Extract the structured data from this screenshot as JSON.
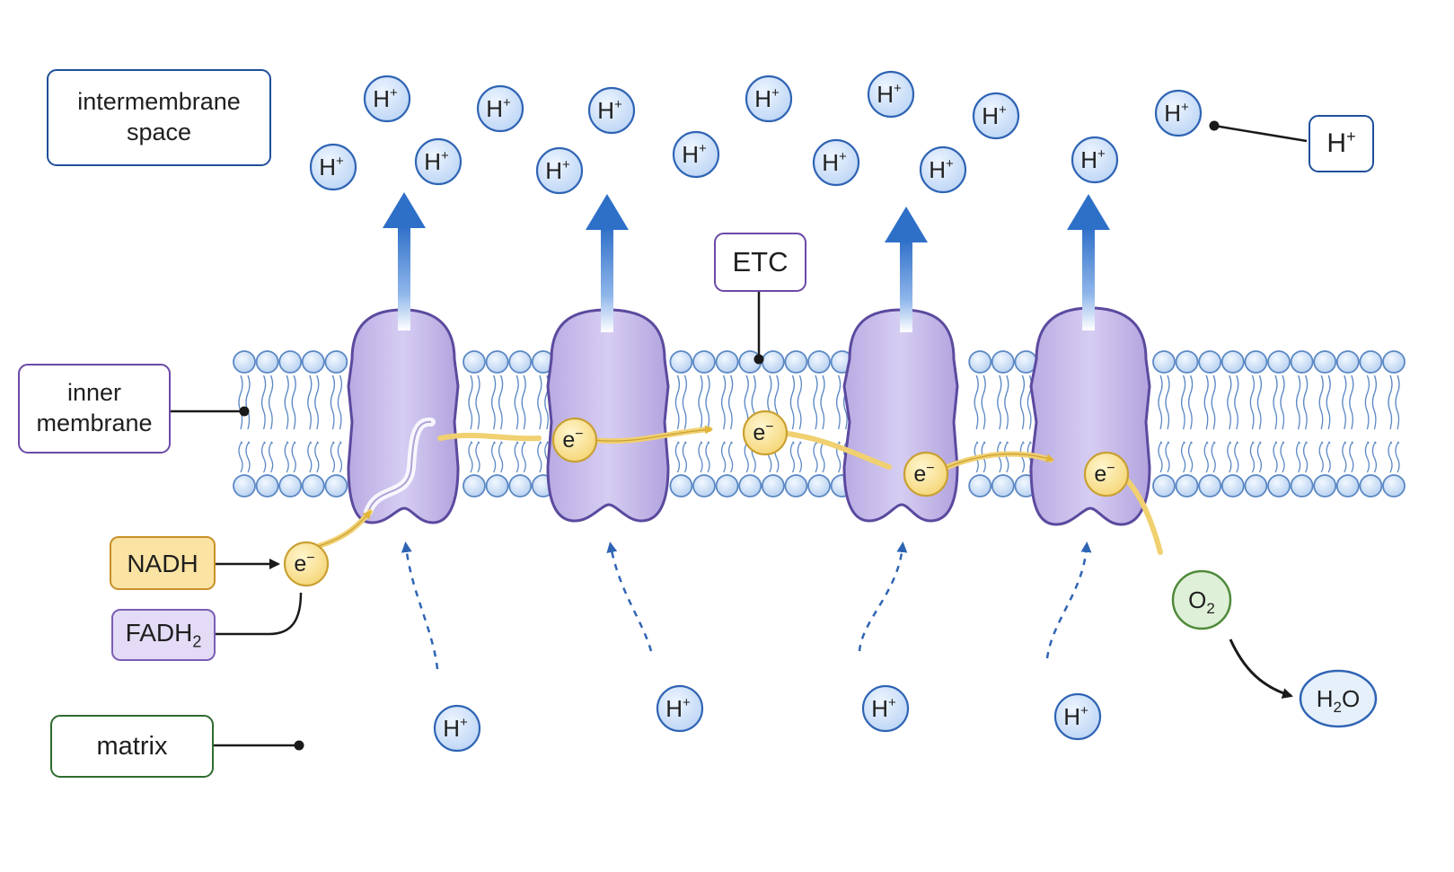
{
  "labels": {
    "intermembrane_line1": "intermembrane",
    "intermembrane_line2": "space",
    "inner_line1": "inner",
    "inner_line2": "membrane",
    "matrix": "matrix",
    "etc": "ETC",
    "nadh": "NADH",
    "fadh2_base": "FADH",
    "fadh2_sub": "2",
    "h_plus_box_base": "H",
    "h_plus_box_sup": "+"
  },
  "particles": {
    "proton_base": "H",
    "proton_sup": "+",
    "electron_base": "e",
    "electron_sup": "−",
    "oxygen_base": "O",
    "oxygen_sub": "2",
    "water_base_h": "H",
    "water_sub": "2",
    "water_base_o": "O"
  },
  "colors": {
    "proton_fill": "#cfe2fa",
    "proton_stroke": "#2f64b4",
    "complex_fill": "#c9bde9",
    "complex_stroke": "#5b4a9e",
    "lipid_head_fill": "#cde0f6",
    "lipid_head_stroke": "#5b88c4",
    "electron_fill": "#fbe49a",
    "electron_stroke": "#c9a032",
    "electron_path": "#f0d070",
    "arrow_blue": "#2e6fc8",
    "oxygen_fill": "#dff0d8",
    "oxygen_stroke": "#4f8a3a",
    "box_blue": "#1f4f9a",
    "box_purple": "#6a4aa6",
    "box_green": "#2e6b2e",
    "nadh_fill": "#fbe3a3",
    "nadh_stroke": "#c9902a",
    "fadh_fill": "#e4dbf6",
    "fadh_stroke": "#7a5eb4"
  }
}
